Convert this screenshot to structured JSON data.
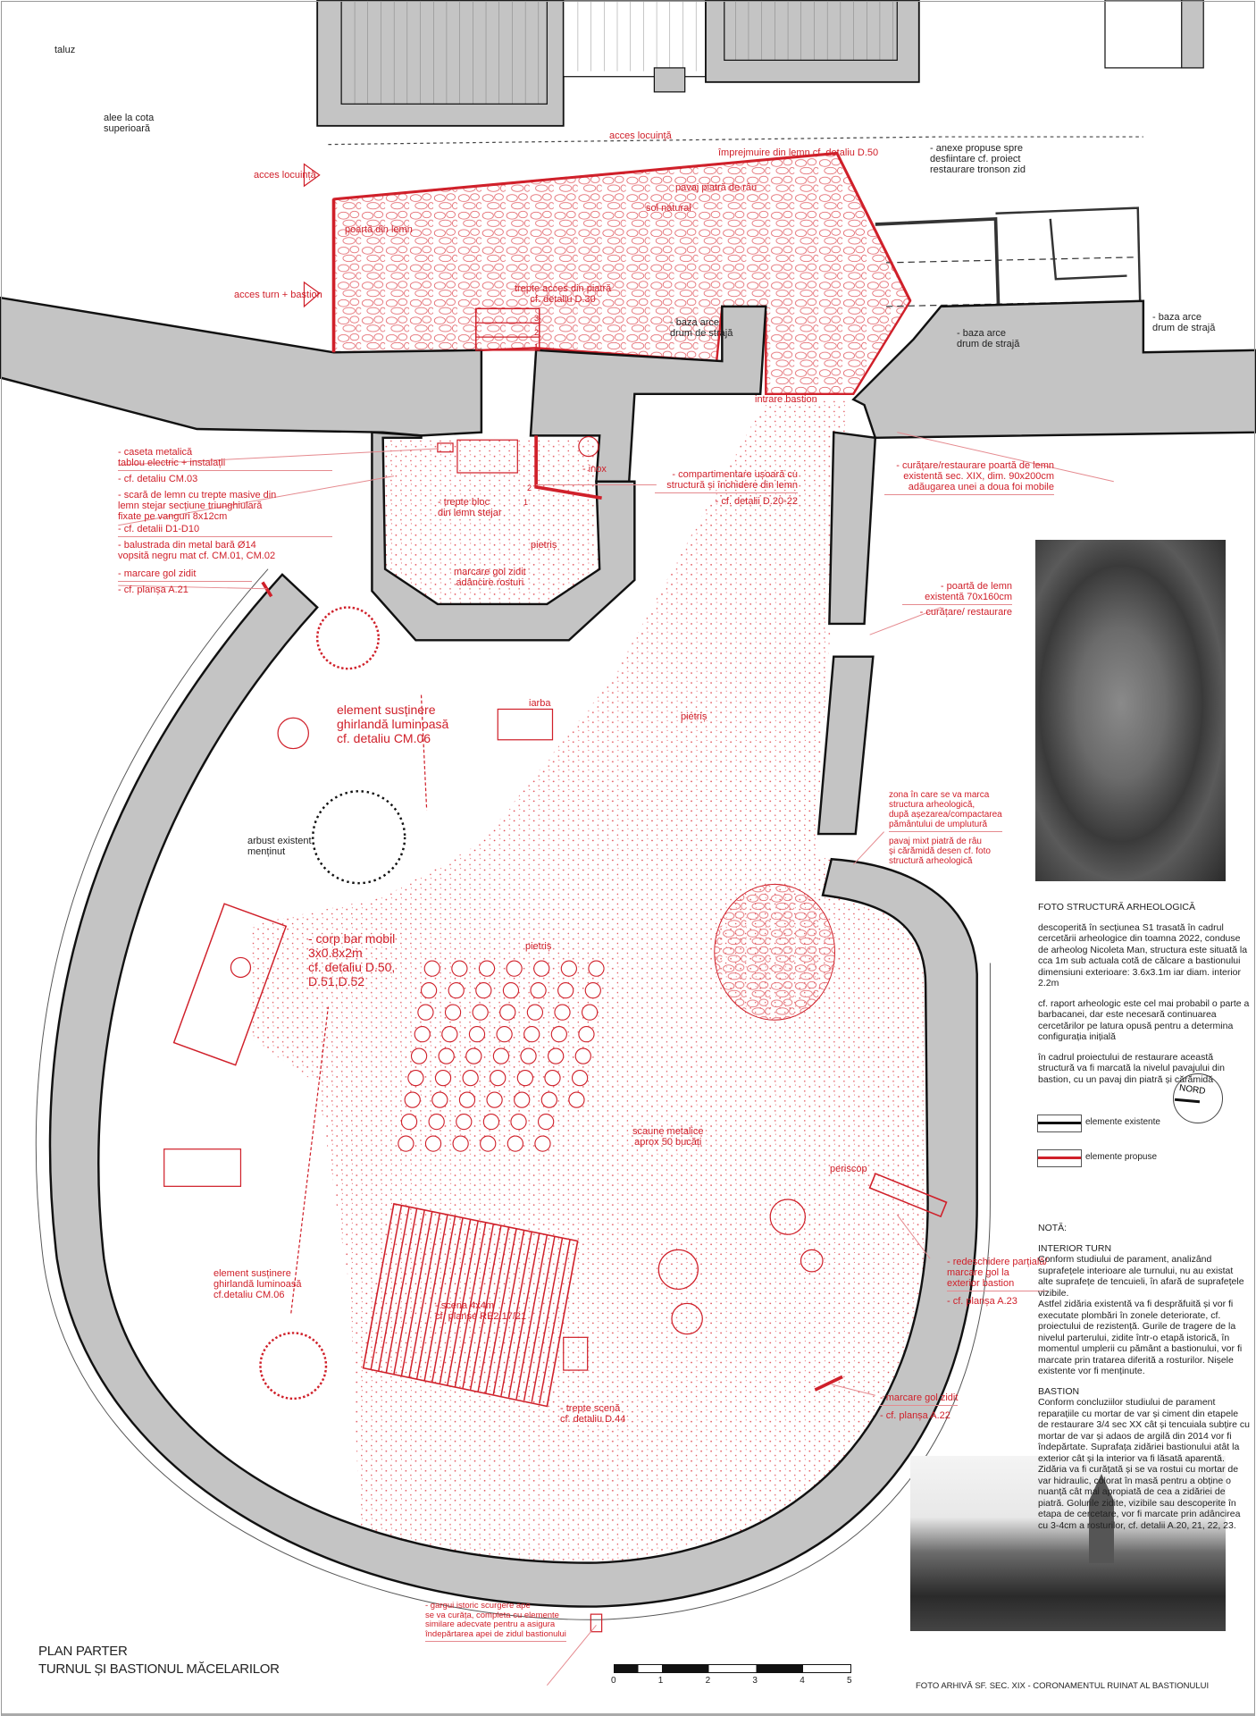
{
  "title": {
    "line1": "PLAN PARTER",
    "line2": "TURNUL ȘI BASTIONUL MĂCELARILOR"
  },
  "labels_black": {
    "taluz": "taluz",
    "alee": "alee la cota\nsuperioară",
    "anexe": "- anexe propuse spre\ndesfiintare cf. proiect\nrestaurare tronson zid",
    "baza_arce_1": "- baza arce\ndrum de strajă",
    "baza_arce_2": "- baza arce\ndrum de strajă",
    "baza_arce_3": "- baza arce\ndrum de strajă",
    "arbust": "arbust existent\nmenținut"
  },
  "labels_red": {
    "acces_locuinta_left": "acces locuință",
    "acces_turn": "acces turn + bastion",
    "poarta_lemn": "poartă din lemn",
    "acces_locuinta_top": "acces locuință",
    "imprejmuire": "împrejmuire din lemn cf. detaliu D.50",
    "pavaj": "pavaj piatră de râu",
    "sol": "sol natural",
    "trepte_acces": "trepte acces din piatră\ncf. detaliu D.30",
    "step_numbers": [
      "3",
      "2",
      "1"
    ],
    "tower_step_numbers": [
      "2",
      "1"
    ],
    "intrare_bastion": "intrare bastion",
    "caseta": "- caseta metalică\ntablou electric + instalații",
    "caseta_ref": "- cf. detaliu CM.03",
    "scara": "- scară de lemn cu trepte masive din\nlemn stejar secțiune triunghiulară\nfixate pe vanguri 8x12cm",
    "scara_ref": "- cf. detalii D1-D10",
    "balustrada": "- balustrada din metal bară Ø14\nvopsită negru mat cf. CM.01, CM.02",
    "marcare_gol_a21": "- marcare gol zidit",
    "marcare_gol_a21_ref": "- cf. planșa A.21",
    "inox": "- inox",
    "compartimentare": "- compartimentare ușoară cu\nstructură și închidere din lemn",
    "compartimentare_ref": "- cf. detalii D.20-22",
    "trepte_bloc": "- trepte bloc\ndin lemn stejar",
    "pietris_tower": "pietriș",
    "marcare_gol_tower": "marcare gol zidit\nadâncire rosturi",
    "curatare_poarta": "- curățare/restaurare poartă de lemn\nexistentă sec. XIX, dim. 90x200cm\nadăugarea unei a doua foi mobile",
    "poarta_existenta": "- poartă de lemn\nexistentă 70x160cm",
    "poarta_existenta_ref": "- curățare/ restaurare",
    "element_1": "element susținere\nghirlandă luminoasă\ncf. detaliu CM.06",
    "iarba": "iarba",
    "pietris_1": "pietriș",
    "zona_arheo": "zona în care se va marca\nstructura arheologică,\ndupă așezarea/compactarea\npământului de umplutură",
    "pavaj_mixt": "pavaj mixt piatră de râu\nși cărămidă desen cf. foto\nstructură arheologică",
    "corp_bar": "- corp bar mobil\n3x0.8x2m\ncf. detaliu D.50,\nD.51,D.52",
    "pietris_2": "pietriș",
    "scaune": "scaune metalice\naprox 50 bucăți",
    "periscop": "periscop",
    "element_2": "element susținere\nghirlandă luminoasă\ncf.detaliu CM.06",
    "scena": "- scena 4x4m\ncf. planșe RE2.17/21",
    "trepte_scena": "- trepte scenă\ncf. detaliu D.44",
    "redeschidere": "- redeschidere parțială/\nmarcare gol la\nexterior bastion",
    "redeschidere_ref": "- cf. planșa A.23",
    "marcare_gol_a22": "- marcare gol zidit",
    "marcare_gol_a22_ref": "- cf. planșa A.22",
    "gargui": "- gargui istoric scurgere ape\nse va curăța, completa cu elemente\nsimilare adecvate pentru a asigura\nîndepărtarea apei de zidul bastionului"
  },
  "photo_arheo": {
    "title": "FOTO STRUCTURĂ ARHEOLOGICĂ",
    "p1": "descoperită în secțiunea S1 trasată în cadrul cercetării arheologice  din toamna 2022, conduse de arheolog Nicoleta Man, structura este situată la cca 1m sub actuala cotă de călcare a bastionului dimensiuni exterioare: 3.6x3.1m iar diam. interior 2.2m",
    "p2": "cf. raport arheologic este cel mai probabil o parte a barbacanei, dar este necesară continuarea cercetărilor pe latura opusă pentru  a determina configurația inițială",
    "p3": "în cadrul proiectului de restaurare această structură va fi marcată la nivelul pavajului din bastion, cu un pavaj din piatră și cărămidă"
  },
  "north": "NORD",
  "legend": {
    "existing": "elemente existente",
    "proposed": "elemente propuse"
  },
  "notes": {
    "heading": "NOTĂ:",
    "tower_title": "INTERIOR TURN",
    "tower_text": "Conform studiului de parament, analizând suprafețele interioare ale turnului, nu au existat alte suprafețe de tencuieli, în afară de suprafețele vizibile.\nAstfel zidăria existentă va fi desprăfuită și vor fi executate plombări în zonele deteriorate, cf. proiectului de rezistență. Gurile de tragere de la nivelul parterului, zidite într-o etapă istorică, în momentul umplerii cu pământ a bastionului, vor fi marcate prin tratarea diferită a rosturilor. Nișele existente vor fi menținute.",
    "bastion_title": "BASTION",
    "bastion_text": "Conform concluziilor studiului de parament reparațiile cu mortar de var și ciment din etapele de restaurare 3/4 sec XX cât și tencuiala subțire cu mortar de var și adaos de argilă din 2014 vor fi îndepărtate. Suprafața zidăriei bastionului atât la exterior cât și la interior va fi lăsată aparentă. Zidăria va fi curățată și se va rostui cu mortar de var hidraulic, colorat în masă pentru a obține o nuanță cât mai apropiată de cea a zidăriei de piatră. Golurile zidite, vizibile sau descoperite în etapa de cercetare, vor fi marcate prin adâncirea cu 3-4cm a rosturilor, cf. detalii A.20, 21, 22, 23."
  },
  "scale_bar": {
    "ticks": [
      "0",
      "1",
      "2",
      "3",
      "4",
      "5"
    ],
    "unit_value": 1
  },
  "photo_archive_caption": "FOTO ARHIVĂ SF. SEC. XIX - CORONAMENTUL RUINAT AL BASTIONULUI",
  "colors": {
    "wall": "#c4c4c4",
    "proposed": "#d0202a",
    "existing": "#111111"
  }
}
